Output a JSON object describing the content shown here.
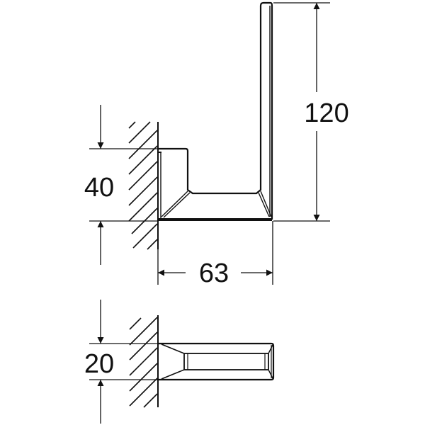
{
  "drawing": {
    "type": "technical dimension drawing",
    "subject": "wall-mounted spare toilet paper holder",
    "line_color": "#111111",
    "background": "#ffffff"
  },
  "side_view": {
    "dimensions": {
      "height": "120",
      "mount_height": "40",
      "depth": "63"
    }
  },
  "top_view": {
    "dimensions": {
      "width": "20"
    }
  }
}
